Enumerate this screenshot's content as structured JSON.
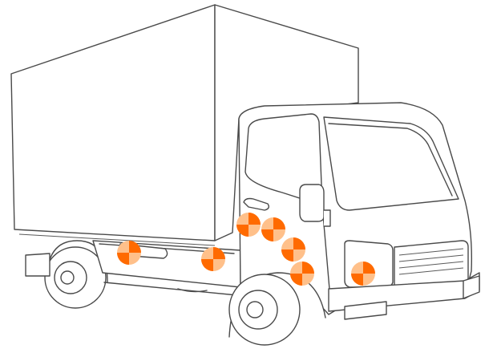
{
  "diagram": {
    "subject": "box-truck",
    "colors": {
      "outline": "#4a4a4a",
      "background": "#ffffff",
      "marker_primary": "#ff6a00",
      "marker_secondary": "#ffc08a"
    },
    "markers": [
      {
        "id": "chassis-rear",
        "icon": "crash-test-target-icon"
      },
      {
        "id": "chassis-mid",
        "icon": "crash-test-target-icon"
      },
      {
        "id": "cab-door-upper",
        "icon": "crash-test-target-icon"
      },
      {
        "id": "cab-door-mid",
        "icon": "crash-test-target-icon"
      },
      {
        "id": "cab-door-lower",
        "icon": "crash-test-target-icon"
      },
      {
        "id": "cab-door-bottom",
        "icon": "crash-test-target-icon"
      },
      {
        "id": "cab-step",
        "icon": "crash-test-target-icon"
      },
      {
        "id": "headlight",
        "icon": "crash-test-target-icon"
      }
    ]
  }
}
